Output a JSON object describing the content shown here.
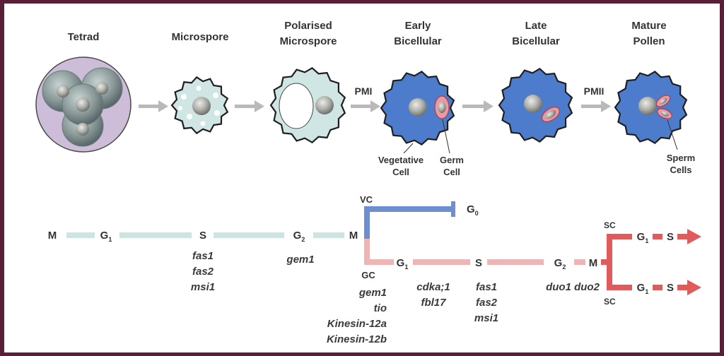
{
  "stages": [
    {
      "line1": "",
      "line2": "Tetrad"
    },
    {
      "line1": "",
      "line2": "Microspore"
    },
    {
      "line1": "Polarised",
      "line2": "Microspore"
    },
    {
      "line1": "Early",
      "line2": "Bicellular"
    },
    {
      "line1": "Late",
      "line2": "Bicellular"
    },
    {
      "line1": "Mature",
      "line2": "Pollen"
    }
  ],
  "transitions": {
    "pmi": "PMI",
    "pmii": "PMII"
  },
  "cell_labels": {
    "vegetative": {
      "line1": "Vegetative",
      "line2": "Cell"
    },
    "germ": {
      "line1": "Germ",
      "line2": "Cell"
    },
    "sperm": {
      "line1": "Sperm",
      "line2": "Cells"
    }
  },
  "cycle": {
    "m1": "M",
    "g1_base": "G",
    "g1_sub": "1",
    "s1": "S",
    "g2_base": "G",
    "g2_sub": "2",
    "m2": "M",
    "vc": "VC",
    "g0_base": "G",
    "g0_sub": "0",
    "gc": "GC",
    "gc_g1_base": "G",
    "gc_g1_sub": "1",
    "gc_s": "S",
    "gc_g2_base": "G",
    "gc_g2_sub": "2",
    "gc_m": "M",
    "sc_top": "SC",
    "sc_bottom": "SC",
    "sc1_g1_base": "G",
    "sc1_g1_sub": "1",
    "sc1_s": "S",
    "sc2_g1_base": "G",
    "sc2_g1_sub": "1",
    "sc2_s": "S"
  },
  "genes": {
    "s_phase": [
      "fas1",
      "fas2",
      "msi1"
    ],
    "g2": [
      "gem1"
    ],
    "gc": [
      "gem1",
      "tio",
      "Kinesin-12a",
      "Kinesin-12b"
    ],
    "gc_g1": [
      "cdka;1",
      "fbl17"
    ],
    "gc_s": [
      "fas1",
      "fas2",
      "msi1"
    ],
    "gc_g2": [
      "duo1 duo2"
    ]
  },
  "colors": {
    "frame": "#5a1e38",
    "tetrad_bg": "#cdbdd8",
    "microspore_cytoplasm": "#cfe6e4",
    "bicellular_cytoplasm": "#4e7ccc",
    "nucleus": "#a9aaa6",
    "germ_cell": "#e89aa2",
    "vegetative_branch": "#6f8ecf",
    "germ_branch": "#f0b5b3",
    "sperm_branch": "#e05b5b",
    "premeiotic_line": "#cde4e2",
    "arrow": "#b9b9b9"
  }
}
